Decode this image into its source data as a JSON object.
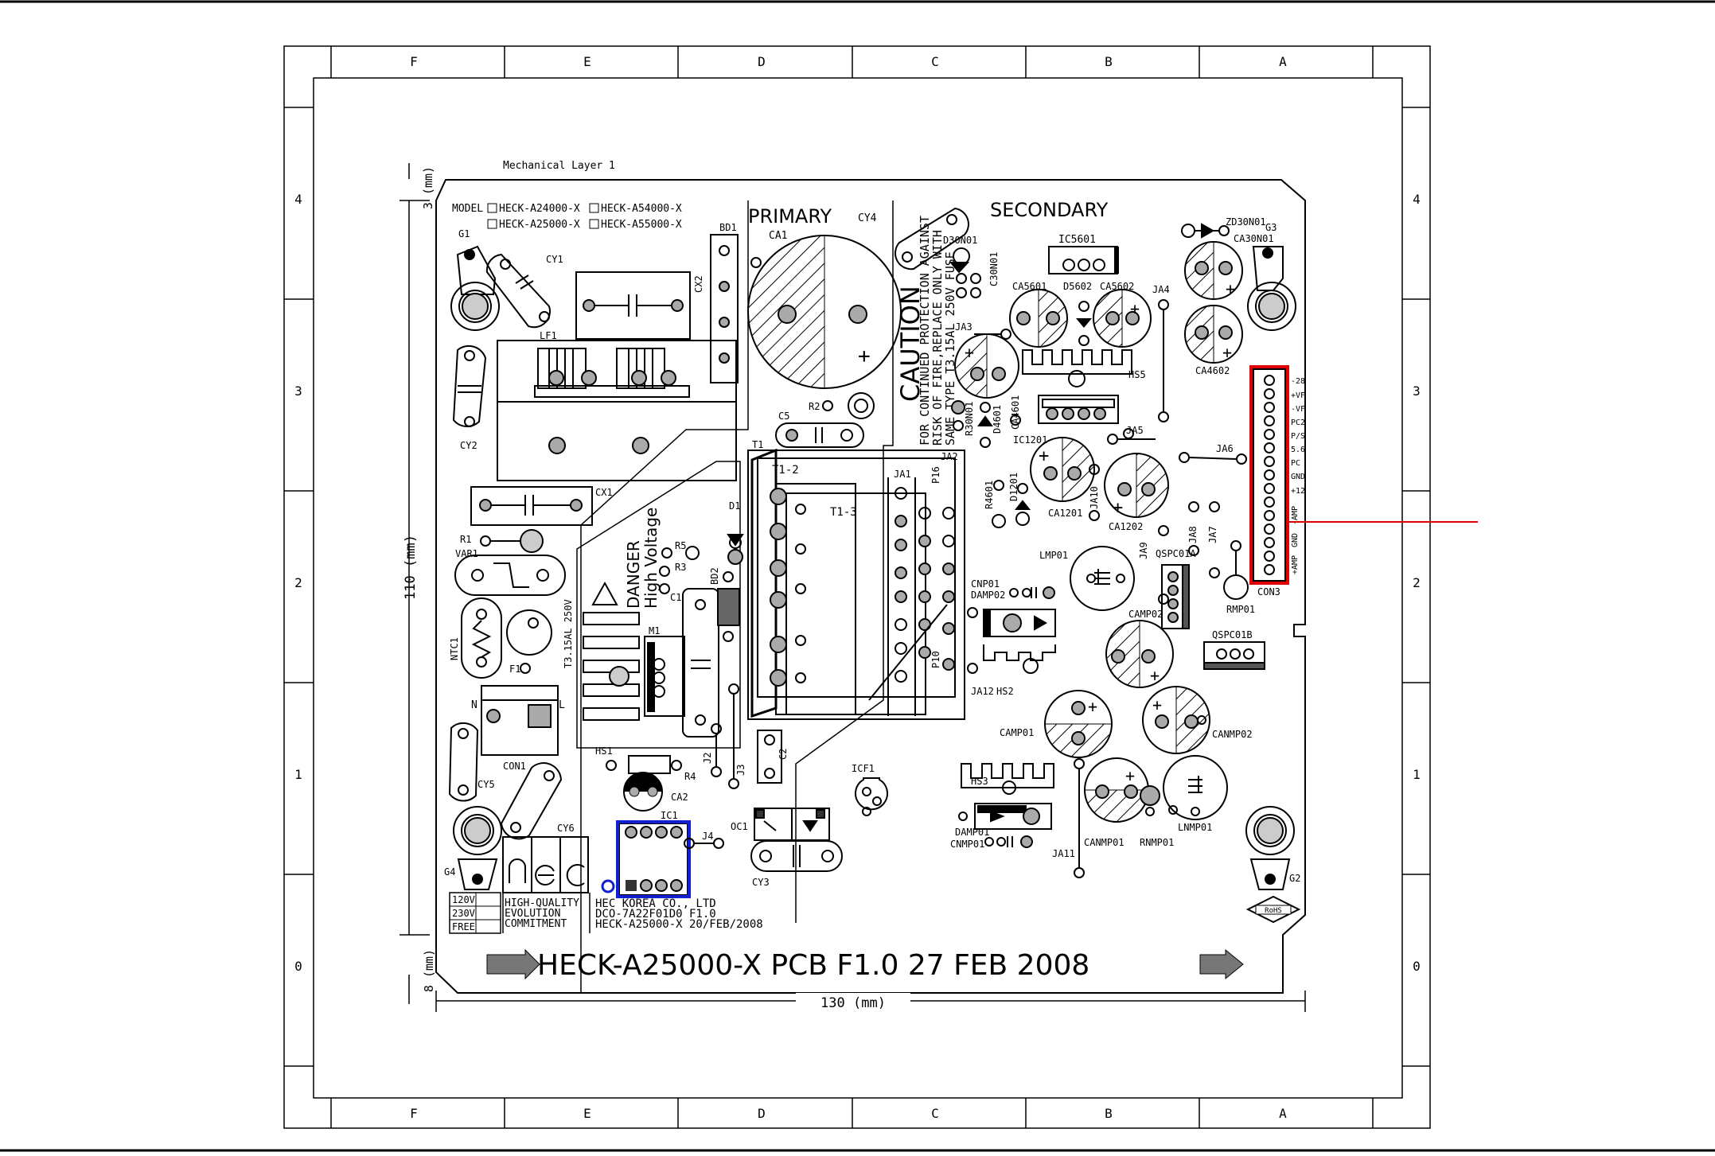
{
  "frame": {
    "columns": [
      "F",
      "E",
      "D",
      "C",
      "B",
      "A"
    ],
    "rows": [
      "4",
      "3",
      "2",
      "1",
      "0"
    ]
  },
  "board": {
    "mechanical_layer": "Mechanical Layer 1",
    "primary": "PRIMARY",
    "secondary": "SECONDARY",
    "model_label": "MODEL",
    "models": [
      "HECK-A24000-X",
      "HECK-A54000-X",
      "HECK-A25000-X",
      "HECK-A55000-X"
    ],
    "caution_title": "CAUTION",
    "caution_lines": [
      "FOR CONTINUED PROTECTION AGAINST",
      "RISK OF FIRE,REPLACE ONLY WITH",
      "SAME TYPE T3.15AL 250V FUSE"
    ],
    "danger_lines": [
      "DANGER",
      "High Voltage"
    ],
    "fuse_rating": "T3.15AL 250V",
    "company_lines": [
      "HEC KOREA CO., LTD",
      "DCO-7A22F01D0 F1.0",
      "HECK-A25000-X 20/FEB/2008"
    ],
    "voltage_options": [
      "120V",
      "230V",
      "FREE"
    ],
    "slogan_lines": [
      "HIGH-QUALITY",
      "EVOLUTION",
      "COMMITMENT"
    ],
    "banner": "HECK-A25000-X PCB F1.0 27 FEB 2008",
    "dim_width": "130 (mm)",
    "dim_height": "110 (mm)",
    "dim_top": "3 (mm)",
    "dim_bottom": "8 (mm)",
    "rohs": "RoHS",
    "con3_pins": [
      "-28",
      "+VF",
      "-VF",
      "PC2",
      "P/S",
      "5.6",
      "PC",
      "GND",
      "+12",
      "-AMP",
      "GND",
      "+AMP"
    ],
    "con3_label": "CON3",
    "con1_n": "N",
    "con1_l": "L",
    "labels": {
      "G1": "G1",
      "G2": "G2",
      "G3": "G3",
      "G4": "G4",
      "CY1": "CY1",
      "CY2": "CY2",
      "CY3": "CY3",
      "CY4": "CY4",
      "CY5": "CY5",
      "CY6": "CY6",
      "LF1": "LF1",
      "CX1": "CX1",
      "CX2": "CX2",
      "BD1": "BD1",
      "BD2": "BD2",
      "CA1": "CA1",
      "CA2": "CA2",
      "R1": "R1",
      "R2": "R2",
      "R3": "R3",
      "R4": "R4",
      "R5": "R5",
      "VAR1": "VAR1",
      "NTC1": "NTC1",
      "F1": "F1",
      "CON1": "CON1",
      "HS1": "HS1",
      "HS2": "HS2",
      "HS3": "HS3",
      "HS5": "HS5",
      "IC1": "IC1",
      "J2": "J2",
      "J3": "J3",
      "J4": "J4",
      "OC1": "OC1",
      "C1": "C1",
      "C2": "C2",
      "C5": "C5",
      "D1": "D1",
      "M1": "M1",
      "T1": "T1",
      "T1_2": "T1-2",
      "T1_3": "T1-3",
      "JA1": "JA1",
      "JA2": "JA2",
      "JA3": "JA3",
      "JA4": "JA4",
      "JA5": "JA5",
      "JA6": "JA6",
      "JA7": "JA7",
      "JA8": "JA8",
      "JA9": "JA9",
      "JA10": "JA10",
      "JA11": "JA11",
      "JA12": "JA12",
      "P16": "P16",
      "P10": "P10",
      "D30N01": "D30N01",
      "C30N01": "C30N01",
      "R30N01": "R30N01",
      "IC5601": "IC5601",
      "CA5601": "CA5601",
      "D5602": "D5602",
      "CA5602": "CA5602",
      "ZD30N01": "ZD30N01",
      "CA30N01": "CA30N01",
      "CA4602": "CA4602",
      "CA4601": "CA4601",
      "D4601": "D4601",
      "IC1201": "IC1201",
      "CA1201": "CA1201",
      "CA1202": "CA1202",
      "R4601": "R4601",
      "D1201": "D1201",
      "LMP01": "LMP01",
      "QSPC01A": "QSPC01A",
      "QSPC01B": "QSPC01B",
      "RMP01": "RMP01",
      "CNP01": "CNP01",
      "DAMP02": "DAMP02",
      "CAMP02": "CAMP02",
      "CAMP01": "CAMP01",
      "CANMP02": "CANMP02",
      "ICF1": "ICF1",
      "DAMP01": "DAMP01",
      "CNMP01": "CNMP01",
      "CANMP01": "CANMP01",
      "RNMP01": "RNMP01",
      "LNMP01": "LNMP01"
    }
  },
  "colors": {
    "con3_highlight": "#e00000",
    "ic1_highlight": "#1020d0",
    "pad": "#8a8a8a"
  }
}
